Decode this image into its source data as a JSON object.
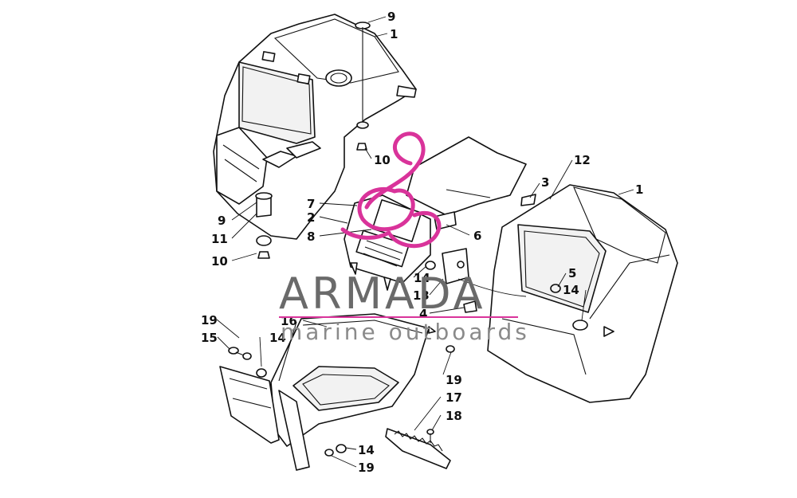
{
  "watermark": {
    "brand": "ARMADA",
    "tagline": "marine outboards",
    "brand_color": "#6a6a6a",
    "accent_color": "#d9339a"
  },
  "callouts": [
    {
      "id": "c1",
      "text": "9"
    },
    {
      "id": "c2",
      "text": "1"
    },
    {
      "id": "c3",
      "text": "10"
    },
    {
      "id": "c4",
      "text": "9"
    },
    {
      "id": "c5",
      "text": "11"
    },
    {
      "id": "c6",
      "text": "10"
    },
    {
      "id": "c7",
      "text": "12"
    },
    {
      "id": "c8",
      "text": "3"
    },
    {
      "id": "c9",
      "text": "1"
    },
    {
      "id": "c10",
      "text": "7"
    },
    {
      "id": "c11",
      "text": "2"
    },
    {
      "id": "c12",
      "text": "8"
    },
    {
      "id": "c13",
      "text": "6"
    },
    {
      "id": "c14",
      "text": "5"
    },
    {
      "id": "c15",
      "text": "14"
    },
    {
      "id": "c16",
      "text": "14"
    },
    {
      "id": "c17",
      "text": "13"
    },
    {
      "id": "c18",
      "text": "4"
    },
    {
      "id": "c19",
      "text": "19"
    },
    {
      "id": "c20",
      "text": "16"
    },
    {
      "id": "c21",
      "text": "15"
    },
    {
      "id": "c22",
      "text": "14"
    },
    {
      "id": "c23",
      "text": "19"
    },
    {
      "id": "c24",
      "text": "17"
    },
    {
      "id": "c25",
      "text": "18"
    },
    {
      "id": "c26",
      "text": "14"
    },
    {
      "id": "c27",
      "text": "19"
    }
  ]
}
